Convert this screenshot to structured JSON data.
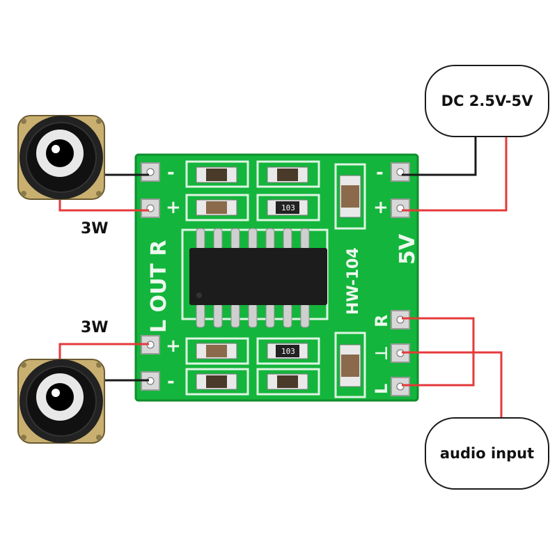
{
  "power_label": "DC 2.5V-5V",
  "audio_label": "audio input",
  "speaker_top_label": "3W",
  "speaker_bottom_label": "3W",
  "board": {
    "model": "HW-104",
    "out_label": "L OUT R",
    "voltage": "5V",
    "resistor_code": "103",
    "plus": "+",
    "minus": "-",
    "in_r": "R",
    "in_gnd": "⊥",
    "in_l": "L"
  },
  "colors": {
    "pcb": "#14b53c",
    "pcb_edge": "#0f8f2e",
    "wire_red": "#e53a3a",
    "wire_black": "#1a1a1a",
    "chip": "#1c1c1c"
  }
}
